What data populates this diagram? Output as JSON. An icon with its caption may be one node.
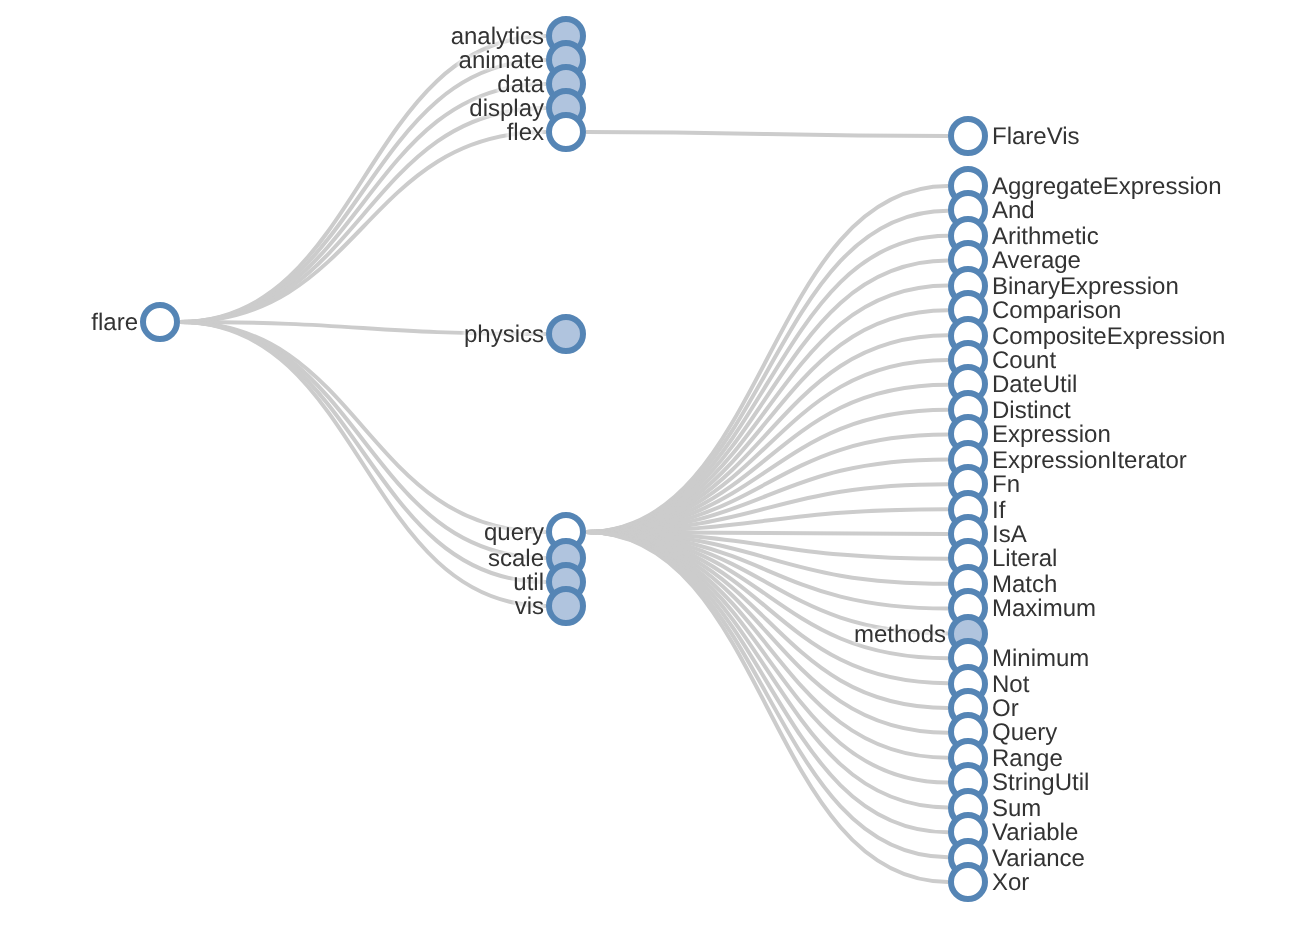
{
  "diagram": {
    "nodes": [
      {
        "text": [
          "flare"
        ]
      },
      {
        "text": [
          "analytics"
        ]
      },
      {
        "text": [
          "animate"
        ]
      },
      {
        "text": [
          "data"
        ]
      },
      {
        "text": [
          "display"
        ]
      },
      {
        "text": [
          "flex"
        ]
      },
      {
        "text": [
          "physics"
        ]
      },
      {
        "text": [
          "query"
        ]
      },
      {
        "text": [
          "scale"
        ]
      },
      {
        "text": [
          "util"
        ]
      },
      {
        "text": [
          "vis"
        ]
      },
      {
        "text": [
          "FlareVis"
        ]
      },
      {
        "text": [
          "AggregateExpression"
        ]
      },
      {
        "text": [
          "And"
        ]
      },
      {
        "text": [
          "Arithmetic"
        ]
      },
      {
        "text": [
          "Average"
        ]
      },
      {
        "text": [
          "BinaryExpression"
        ]
      },
      {
        "text": [
          "Comparison"
        ]
      },
      {
        "text": [
          "CompositeExpression"
        ]
      },
      {
        "text": [
          "Count"
        ]
      },
      {
        "text": [
          "DateUtil"
        ]
      },
      {
        "text": [
          "Distinct"
        ]
      },
      {
        "text": [
          "Expression"
        ]
      },
      {
        "text": [
          "ExpressionIterator"
        ]
      },
      {
        "text": [
          "Fn"
        ]
      },
      {
        "text": [
          "If"
        ]
      },
      {
        "text": [
          "IsA"
        ]
      },
      {
        "text": [
          "Literal"
        ]
      },
      {
        "text": [
          "Match"
        ]
      },
      {
        "text": [
          "Maximum"
        ]
      },
      {
        "text": [
          "methods"
        ]
      },
      {
        "text": [
          "Minimum"
        ]
      },
      {
        "text": [
          "Not"
        ]
      },
      {
        "text": [
          "Or"
        ]
      },
      {
        "text": [
          "Query"
        ]
      },
      {
        "text": [
          "Range"
        ]
      },
      {
        "text": [
          "StringUtil"
        ]
      },
      {
        "text": [
          "Sum"
        ]
      },
      {
        "text": [
          "Variable"
        ]
      },
      {
        "text": [
          "Variance"
        ]
      },
      {
        "text": [
          "Xor"
        ]
      }
    ],
    "edges": [
      {
        "from": 0,
        "to": 1,
        "arrow": "none"
      },
      {
        "from": 0,
        "to": 2,
        "arrow": "none"
      },
      {
        "from": 0,
        "to": 3,
        "arrow": "none"
      },
      {
        "from": 0,
        "to": 4,
        "arrow": "none"
      },
      {
        "from": 0,
        "to": 5,
        "arrow": "none"
      },
      {
        "from": 0,
        "to": 6,
        "arrow": "none"
      },
      {
        "from": 0,
        "to": 7,
        "arrow": "none"
      },
      {
        "from": 0,
        "to": 8,
        "arrow": "none"
      },
      {
        "from": 0,
        "to": 9,
        "arrow": "none"
      },
      {
        "from": 0,
        "to": 10,
        "arrow": "none"
      },
      {
        "from": 5,
        "to": 11,
        "arrow": "none"
      },
      {
        "from": 7,
        "to": 12,
        "arrow": "none"
      },
      {
        "from": 7,
        "to": 13,
        "arrow": "none"
      },
      {
        "from": 7,
        "to": 14,
        "arrow": "none"
      },
      {
        "from": 7,
        "to": 15,
        "arrow": "none"
      },
      {
        "from": 7,
        "to": 16,
        "arrow": "none"
      },
      {
        "from": 7,
        "to": 17,
        "arrow": "none"
      },
      {
        "from": 7,
        "to": 18,
        "arrow": "none"
      },
      {
        "from": 7,
        "to": 19,
        "arrow": "none"
      },
      {
        "from": 7,
        "to": 20,
        "arrow": "none"
      },
      {
        "from": 7,
        "to": 21,
        "arrow": "none"
      },
      {
        "from": 7,
        "to": 22,
        "arrow": "none"
      },
      {
        "from": 7,
        "to": 23,
        "arrow": "none"
      },
      {
        "from": 7,
        "to": 24,
        "arrow": "none"
      },
      {
        "from": 7,
        "to": 25,
        "arrow": "none"
      },
      {
        "from": 7,
        "to": 26,
        "arrow": "none"
      },
      {
        "from": 7,
        "to": 27,
        "arrow": "none"
      },
      {
        "from": 7,
        "to": 28,
        "arrow": "none"
      },
      {
        "from": 7,
        "to": 29,
        "arrow": "none"
      },
      {
        "from": 7,
        "to": 30,
        "arrow": "none"
      },
      {
        "from": 7,
        "to": 31,
        "arrow": "none"
      },
      {
        "from": 7,
        "to": 32,
        "arrow": "none"
      },
      {
        "from": 7,
        "to": 33,
        "arrow": "none"
      },
      {
        "from": 7,
        "to": 34,
        "arrow": "none"
      },
      {
        "from": 7,
        "to": 35,
        "arrow": "none"
      },
      {
        "from": 7,
        "to": 36,
        "arrow": "none"
      },
      {
        "from": 7,
        "to": 37,
        "arrow": "none"
      },
      {
        "from": 7,
        "to": 38,
        "arrow": "none"
      },
      {
        "from": 7,
        "to": 39,
        "arrow": "none"
      },
      {
        "from": 7,
        "to": 40,
        "arrow": "none"
      }
    ]
  }
}
